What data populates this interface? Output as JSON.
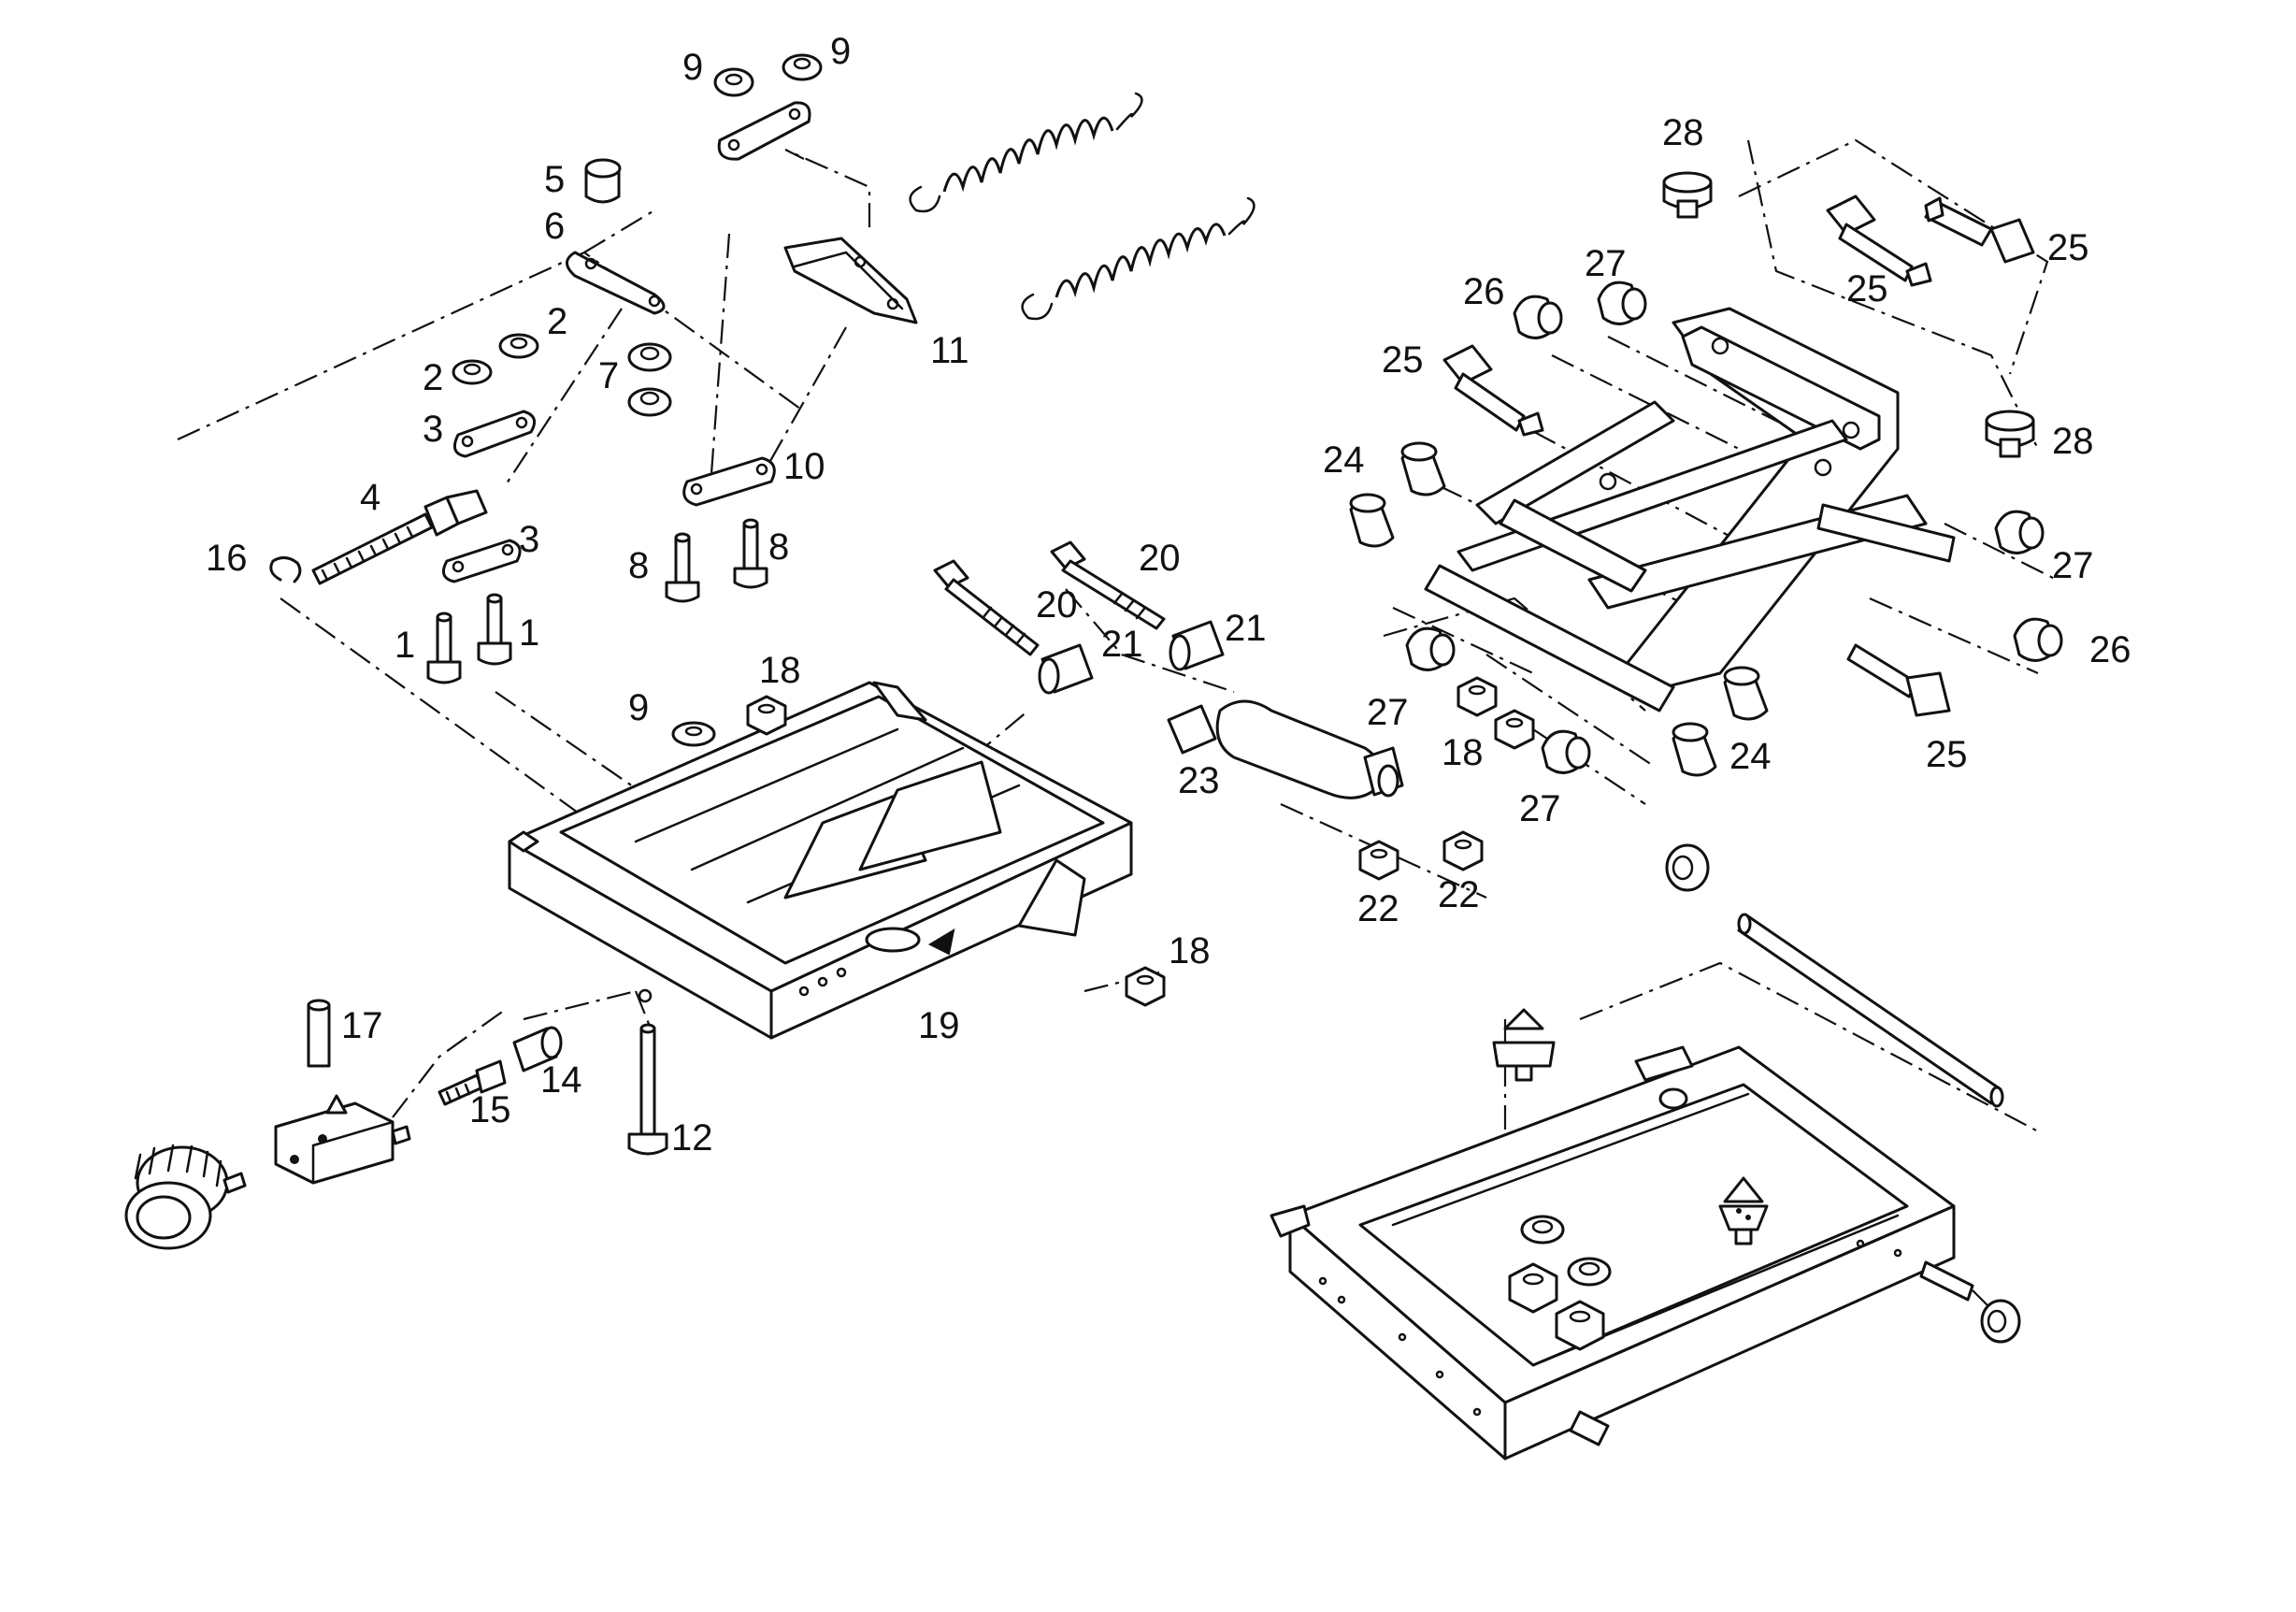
{
  "diagram": {
    "callouts": [
      {
        "id": "c-9a",
        "text": "9"
      },
      {
        "id": "c-9b",
        "text": "9"
      },
      {
        "id": "c-5",
        "text": "5"
      },
      {
        "id": "c-6",
        "text": "6"
      },
      {
        "id": "c-2a",
        "text": "2"
      },
      {
        "id": "c-2b",
        "text": "2"
      },
      {
        "id": "c-7",
        "text": "7"
      },
      {
        "id": "c-3a",
        "text": "3"
      },
      {
        "id": "c-4",
        "text": "4"
      },
      {
        "id": "c-3b",
        "text": "3"
      },
      {
        "id": "c-16",
        "text": "16"
      },
      {
        "id": "c-1a",
        "text": "1"
      },
      {
        "id": "c-1b",
        "text": "1"
      },
      {
        "id": "c-10",
        "text": "10"
      },
      {
        "id": "c-11",
        "text": "11"
      },
      {
        "id": "c-8a",
        "text": "8"
      },
      {
        "id": "c-8b",
        "text": "8"
      },
      {
        "id": "c-18a",
        "text": "18"
      },
      {
        "id": "c-9c",
        "text": "9"
      },
      {
        "id": "c-20a",
        "text": "20"
      },
      {
        "id": "c-20b",
        "text": "20"
      },
      {
        "id": "c-21a",
        "text": "21"
      },
      {
        "id": "c-21b",
        "text": "21"
      },
      {
        "id": "c-23",
        "text": "23"
      },
      {
        "id": "c-22a",
        "text": "22"
      },
      {
        "id": "c-22b",
        "text": "22"
      },
      {
        "id": "c-18b",
        "text": "18"
      },
      {
        "id": "c-19",
        "text": "19"
      },
      {
        "id": "c-17",
        "text": "17"
      },
      {
        "id": "c-15",
        "text": "15"
      },
      {
        "id": "c-14",
        "text": "14"
      },
      {
        "id": "c-12",
        "text": "12"
      },
      {
        "id": "c-28a",
        "text": "28"
      },
      {
        "id": "c-25a",
        "text": "25"
      },
      {
        "id": "c-25b",
        "text": "25"
      },
      {
        "id": "c-26a",
        "text": "26"
      },
      {
        "id": "c-27a",
        "text": "27"
      },
      {
        "id": "c-25c",
        "text": "25"
      },
      {
        "id": "c-28b",
        "text": "28"
      },
      {
        "id": "c-24a",
        "text": "24"
      },
      {
        "id": "c-27b",
        "text": "27"
      },
      {
        "id": "c-26b",
        "text": "26"
      },
      {
        "id": "c-27c",
        "text": "27"
      },
      {
        "id": "c-18c",
        "text": "18"
      },
      {
        "id": "c-27d",
        "text": "27"
      },
      {
        "id": "c-24b",
        "text": "24"
      },
      {
        "id": "c-25d",
        "text": "25"
      }
    ]
  }
}
